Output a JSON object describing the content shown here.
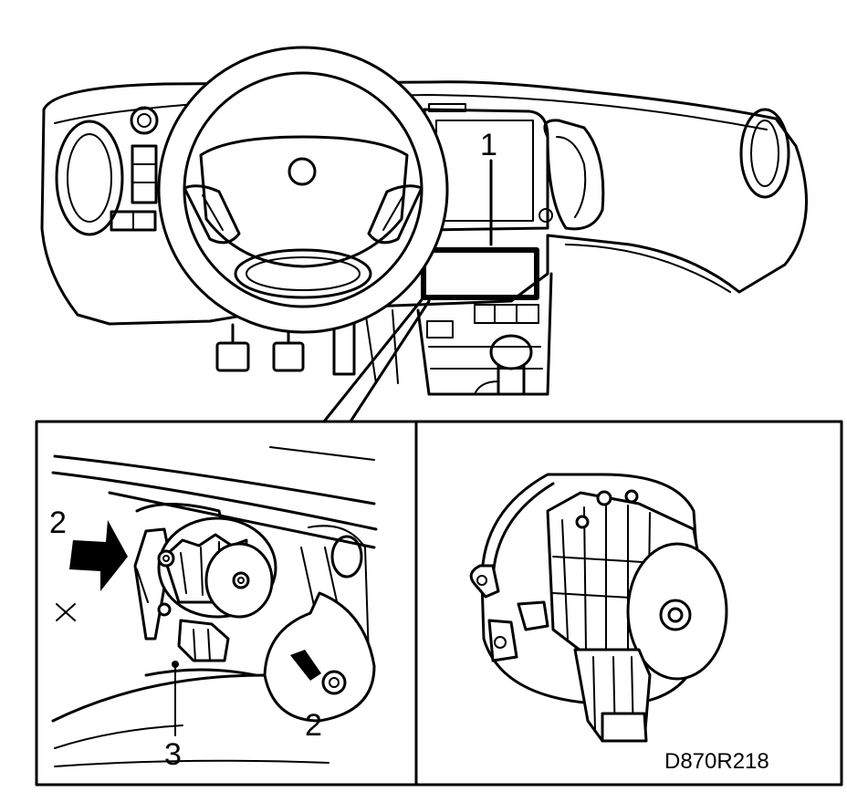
{
  "callouts": {
    "one": "1",
    "two_left": "2",
    "two_screw": "2",
    "three": "3"
  },
  "figure_code": "D870R218",
  "icons": {
    "cross": "cross-icon"
  },
  "colors": {
    "ink": "#000000",
    "paper": "#ffffff"
  }
}
